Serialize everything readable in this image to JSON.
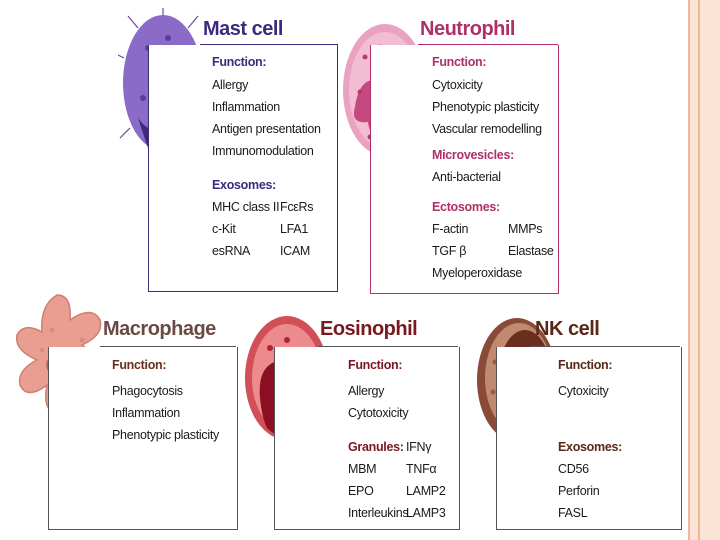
{
  "mast_cell": {
    "title": "Mast cell",
    "function_heading": "Function:",
    "functions": [
      "Allergy",
      "Inflammation",
      "Antigen presentation",
      "Immunomodulation"
    ],
    "exosomes_heading": "Exosomes:",
    "exosomes_col1": [
      "MHC class II",
      "c-Kit",
      "esRNA"
    ],
    "exosomes_col2": [
      "FcεRs",
      "LFA1",
      "ICAM"
    ]
  },
  "neutrophil": {
    "title": "Neutrophil",
    "function_heading": "Function:",
    "functions": [
      "Cytoxicity",
      "Phenotypic plasticity",
      "Vascular remodelling"
    ],
    "microvesicles_heading": "Microvesicles:",
    "microvesicles": [
      "Anti-bacterial"
    ],
    "ectosomes_heading": "Ectosomes:",
    "ectosomes_col1": [
      "F-actin",
      "TGF β",
      "Myeloperoxidase"
    ],
    "ectosomes_col2": [
      "MMPs",
      "Elastase"
    ]
  },
  "macrophage": {
    "title": "Macrophage",
    "function_heading": "Function:",
    "functions": [
      "Phagocytosis",
      "Inflammation",
      "Phenotypic plasticity"
    ]
  },
  "eosinophil": {
    "title": "Eosinophil",
    "function_heading": "Function:",
    "functions": [
      "Allergy",
      "Cytotoxicity"
    ],
    "granules_heading": "Granules:",
    "granules_col1": [
      "MBM",
      "EPO",
      "Interleukins"
    ],
    "granules_col2": [
      "IFNγ",
      "TNFα",
      "LAMP2",
      "LAMP3"
    ]
  },
  "nk_cell": {
    "title": "NK cell",
    "function_heading": "Function:",
    "functions": [
      "Cytoxicity"
    ],
    "exosomes_heading": "Exosomes:",
    "exosomes": [
      "CD56",
      "Perforin",
      "FASL"
    ]
  },
  "colors": {
    "mast": "#6a4aa8",
    "neutrophil": "#d0709a",
    "macrophage": "#e49488",
    "eosinophil": "#b8303a",
    "nk": "#7a4030",
    "heading_purple": "#3e2a7a",
    "heading_pink": "#b02f68",
    "heading_red": "#9a1e2a",
    "heading_brown": "#6a2f1f"
  }
}
